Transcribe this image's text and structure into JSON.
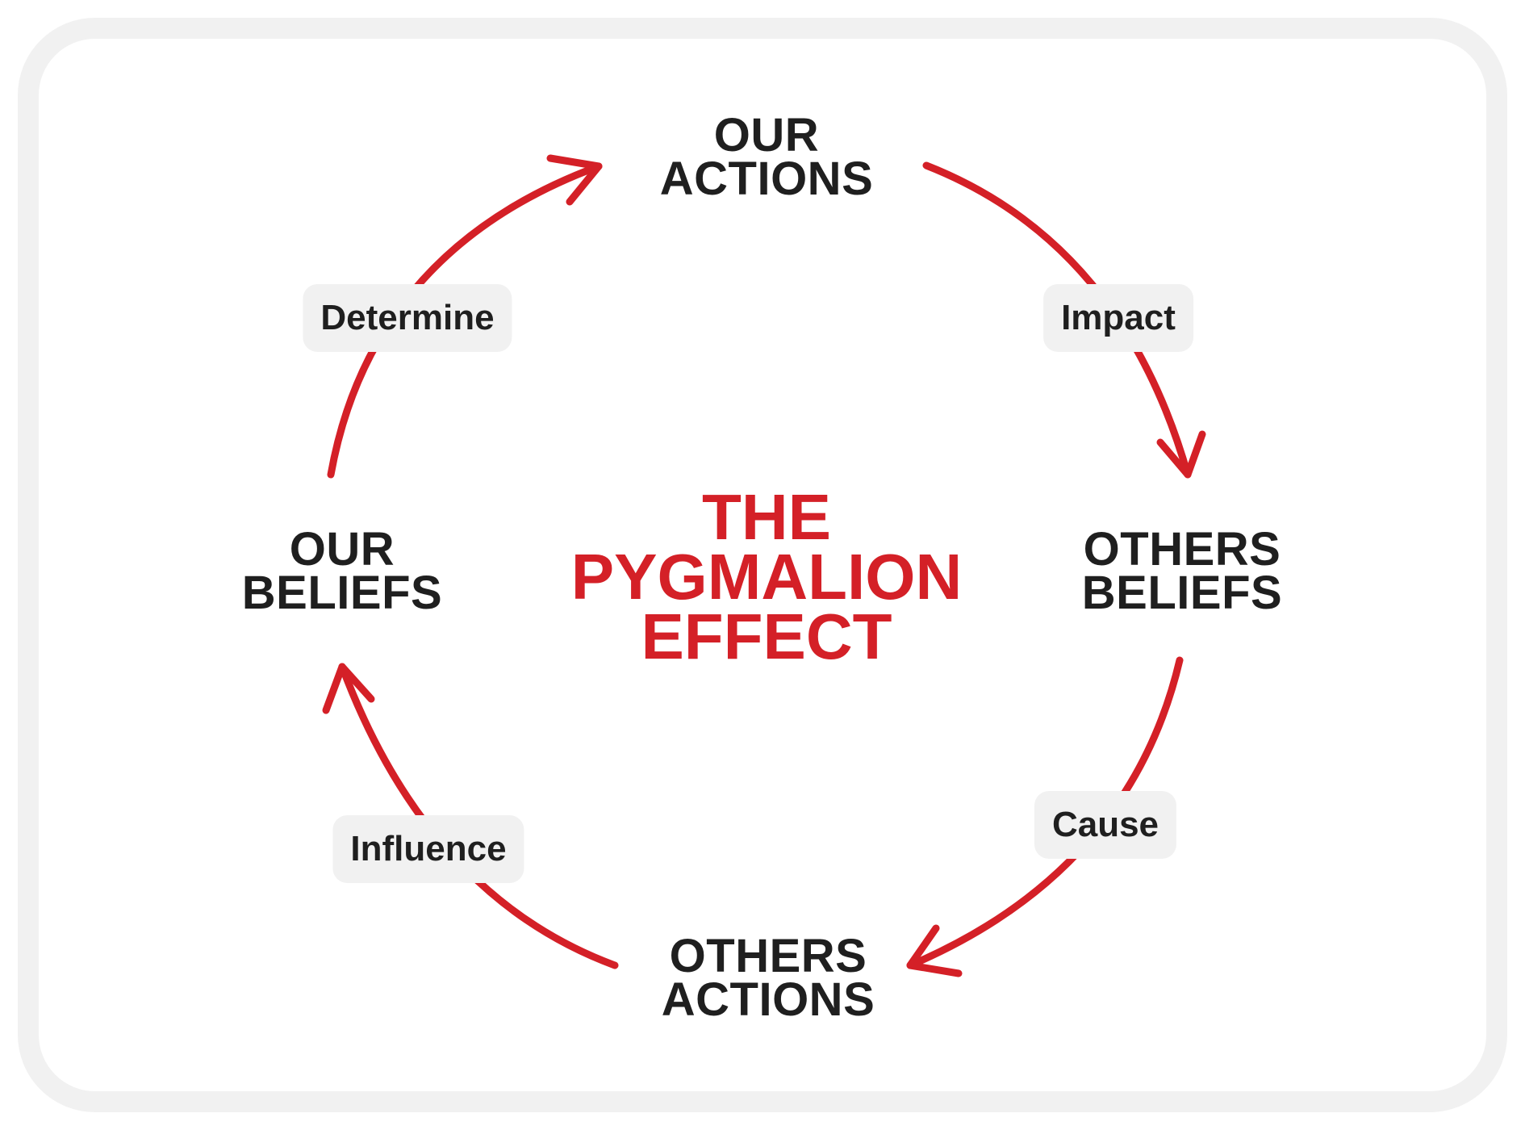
{
  "title": {
    "line1": "THE",
    "line2": "PYGMALION",
    "line3": "EFFECT"
  },
  "nodes": {
    "our_actions": {
      "line1": "OUR",
      "line2": "ACTIONS"
    },
    "others_beliefs": {
      "line1": "OTHERS",
      "line2": "BELIEFS"
    },
    "others_actions": {
      "line1": "OTHERS",
      "line2": "ACTIONS"
    },
    "our_beliefs": {
      "line1": "OUR",
      "line2": "BELIEFS"
    }
  },
  "links": {
    "impact": "Impact",
    "cause": "Cause",
    "influence": "Influence",
    "determine": "Determine"
  },
  "colors": {
    "accent": "#d42027",
    "text": "#1f1f1f",
    "pill_background": "#f1f1f1"
  }
}
